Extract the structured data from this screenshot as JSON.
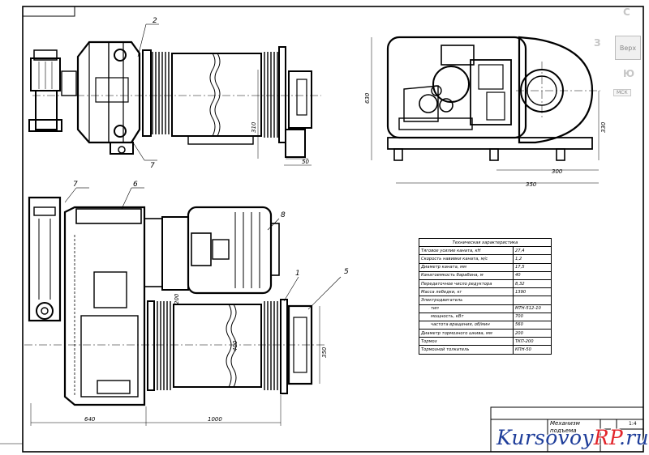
{
  "viewcube": {
    "north": "С",
    "west": "З",
    "face": "Верх",
    "south": "Ю",
    "ucs": "МСК"
  },
  "callouts": [
    "1",
    "2",
    "5",
    "6",
    "7",
    "7",
    "8"
  ],
  "dims": {
    "d310": "310",
    "d50": "50",
    "d630": "630",
    "d330": "330",
    "d300": "300",
    "d350a": "350",
    "d200": "200",
    "d400": "400",
    "d350b": "350",
    "d640": "640",
    "d1000": "1000"
  },
  "spec": {
    "title": "Техническая характеристика",
    "rows": [
      {
        "label": "Тяговое усилие каната, кН",
        "value": "27,4"
      },
      {
        "label": "Скорость навивки каната, м/с",
        "value": "1,2"
      },
      {
        "label": "Диаметр каната, мм",
        "value": "17,5"
      },
      {
        "label": "Канатоемкость барабана, м",
        "value": "40"
      },
      {
        "label": "Передаточное число редуктора",
        "value": "8,32"
      },
      {
        "label": "Масса лебедки, кг",
        "value": "1390"
      },
      {
        "label": "Электродвигатель",
        "value": ""
      },
      {
        "label": "тип",
        "value": "МТН-512-10",
        "sub": true
      },
      {
        "label": "мощность, кВт",
        "value": "700",
        "sub": true
      },
      {
        "label": "частота вращения, об/мин",
        "value": "560",
        "sub": true
      },
      {
        "label": "Диаметр тормозного шкива, мм",
        "value": "200"
      },
      {
        "label": "Тормоз",
        "value": "ТКП-200"
      },
      {
        "label": "Тормозной толкатель",
        "value": "КПН-50"
      }
    ]
  },
  "title_block": {
    "line1": "Механизм",
    "line2": "подъема",
    "sheet": "1:4"
  },
  "watermark": {
    "part1": "Kursovoy",
    "part2": "RP",
    "part3": ".ru"
  }
}
